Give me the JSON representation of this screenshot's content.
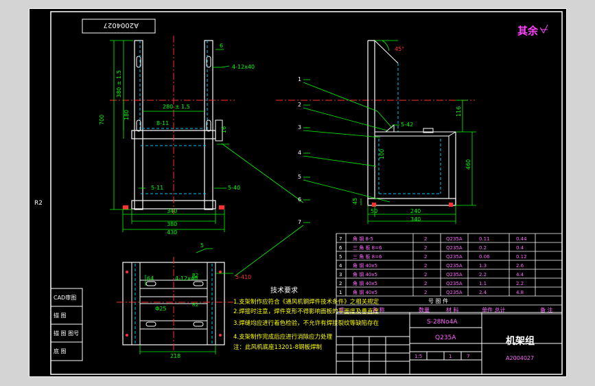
{
  "colors": {
    "background": "#000000",
    "frame": "#ffffff",
    "outline": "#ffffff",
    "dimension": "#00ff00",
    "centerline": "#ff3030",
    "hidden": "#00c8ff",
    "leader": "#00ff00",
    "table_text": "#ff66ff",
    "yellow_text": "#ffff00"
  },
  "left_margin_label": "R2",
  "title_strip_code": "A2004027",
  "surface_finish": "其余",
  "front_view": {
    "dims": {
      "total_height": "700",
      "upper_height": "380 ± 1.5",
      "side_180": "180",
      "inner_width": "280 ± 1.5",
      "slot": "8-11",
      "hole_note": "4-12x40",
      "weld_top": "6",
      "weld_bottom_left": "5-11",
      "weld_bottom_right": "5-40",
      "side_16": "16",
      "w_340": "340",
      "w_380": "380",
      "w_430": "430"
    }
  },
  "side_view": {
    "dims": {
      "angle": "45°",
      "h_116": "116",
      "h_460": "460",
      "h_100": "100",
      "weld": "5-42",
      "w_50": "50",
      "w_240": "240",
      "w_340": "340",
      "h_45": "45"
    }
  },
  "balloons": [
    "1",
    "2",
    "3",
    "4",
    "5",
    "6",
    "7"
  ],
  "top_view": {
    "dims": {
      "weld_top": "5",
      "hole_note": "4-12x40",
      "weld_right": "5-410",
      "w_64": "64",
      "d_25": "Φ25",
      "w_218": "218",
      "r1": "R2",
      "r2": "R2"
    }
  },
  "tech_requirements": {
    "title": "技术要求",
    "lines": [
      "1.支架制作应符合《通风机钢焊件技术条件》之相关规定",
      "2.焊接时注意，焊件变形不得影响面板的平面度及垂直度",
      "3.焊缝均应进行着色检验，不允许有焊接裂纹等缺陷存在",
      "4.支架制作完成后应进行消除应力处理",
      "注：此风机底座13201-8钢板焊制"
    ]
  },
  "parts_table": {
    "rows": [
      [
        "7",
        "角 钢 8-5",
        "2",
        "Q235A",
        "0.11",
        "0.44"
      ],
      [
        "6",
        "三 角 板 8=6",
        "2",
        "Q235A",
        "0.2",
        "0.4"
      ],
      [
        "5",
        "三 角 板 8=6",
        "2",
        "Q235A",
        "0.06",
        "0.12"
      ],
      [
        "4",
        "角 钢 40x5",
        "2",
        "Q235A",
        "1.3",
        "2.6"
      ],
      [
        "3",
        "角 钢 40x5",
        "2",
        "Q235A",
        "2.2",
        "4.4"
      ],
      [
        "2",
        "角 钢 40x5",
        "2",
        "Q235A",
        "1.1",
        "2.2"
      ],
      [
        "1",
        "角 钢 40x5",
        "2",
        "Q235A",
        "2.4",
        "4.8"
      ]
    ],
    "header_top": "号  图  件",
    "header": [
      "序",
      "名  称",
      "数量",
      "材  料",
      "单件 总计",
      "备  注"
    ]
  },
  "title_block": {
    "drawing_no": "S-28No4A",
    "material": "Q235A",
    "name": "机架组",
    "code": "A2004027",
    "scale": "1:5",
    "sheet": "1",
    "sheets": "7"
  },
  "left_stamp": {
    "rows": [
      "CAD审图",
      "描  图",
      "描 图 图号",
      "底  图"
    ]
  }
}
